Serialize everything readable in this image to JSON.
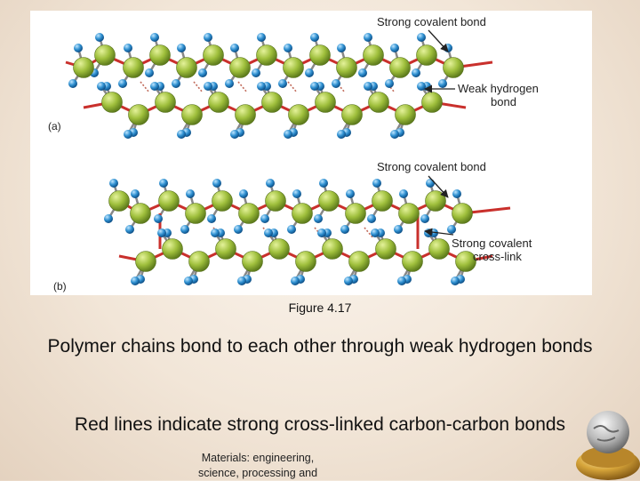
{
  "figure": {
    "labels": {
      "a_top": "Strong covalent bond",
      "a_mid_line1": "Weak hydrogen",
      "a_mid_line2": "bond",
      "b_top": "Strong covalent bond",
      "b_mid_line1": "Strong covalent",
      "b_mid_line2": "cross-link"
    },
    "part_labels": {
      "a": "(a)",
      "b": "(b)"
    },
    "colors": {
      "bond": "#c9302c",
      "carbon_atom": "#9fbf3c",
      "hydrogen_atom": "#2e8fd0",
      "hydrogen_bond": "#c06a5a",
      "atom_stub": "#888888"
    }
  },
  "caption": "Figure 4.17",
  "paragraphs": [
    "Polymer chains bond to each other through weak hydrogen bonds",
    "Red lines indicate strong cross-linked carbon-carbon bonds"
  ],
  "footer": {
    "line1": "Materials: engineering,",
    "line2": "science, processing and"
  }
}
